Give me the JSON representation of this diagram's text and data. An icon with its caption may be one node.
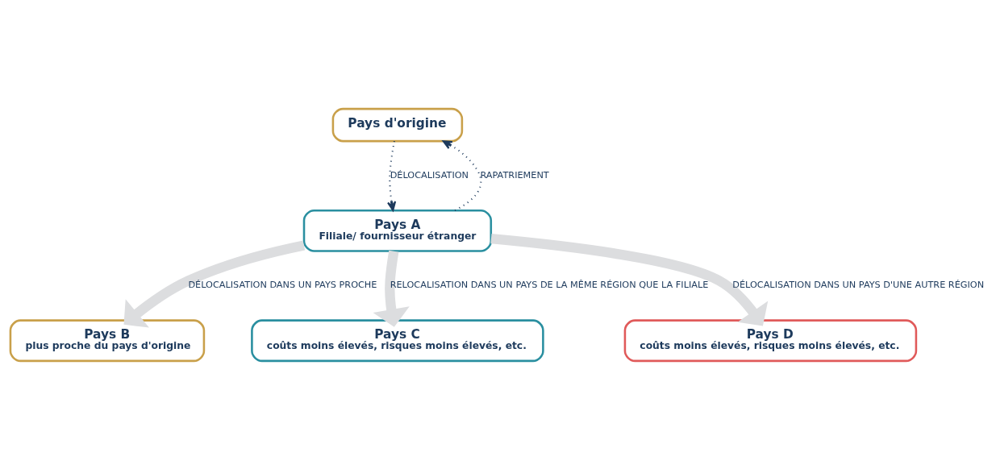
{
  "diagram": {
    "nodes": [
      {
        "text": [
          "Pays B",
          "plus proche du pays d'origine"
        ]
      },
      {
        "text": [
          "Pays d'origine"
        ]
      },
      {
        "text": [
          "Pays A",
          "Filiale/ fournisseur étranger"
        ]
      },
      {
        "text": [
          "Pays C",
          "coûts moins élevés, risques moins élevés, etc."
        ]
      },
      {
        "text": [
          "Pays D",
          "coûts moins élevés, risques moins élevés, etc."
        ]
      }
    ],
    "edges": [
      {
        "from": 1,
        "to": 2,
        "arrow": "to",
        "label": "DÉLOCALISATION",
        "style": "dashed",
        "color": "#1d3a5c"
      },
      {
        "from": 2,
        "to": 1,
        "arrow": "to",
        "label": "RAPATRIEMENT",
        "style": "dashed",
        "color": "#1d3a5c"
      },
      {
        "from": 2,
        "to": 0,
        "arrow": "to",
        "label": "DÉLOCALISATION DANS UN PAYS PROCHE"
      },
      {
        "from": 2,
        "to": 3,
        "arrow": "to",
        "label": "RELOCALISATION DANS UN PAYS DE LA MÊME RÉGION QUE LA FILIALE"
      },
      {
        "from": 2,
        "to": 4,
        "arrow": "to",
        "label": "DÉLOCALISATION DANS UN PAYS D'UNE AUTRE RÉGION"
      }
    ]
  }
}
